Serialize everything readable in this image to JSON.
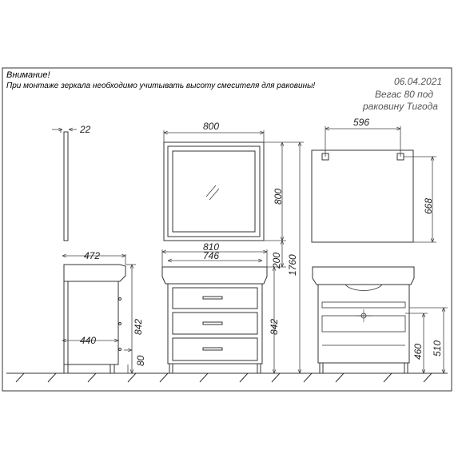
{
  "notice": {
    "title": "Внимание!",
    "text": "При монтаже зеркала необходимо учитывать высоту смесителя для раковины!"
  },
  "meta": {
    "date": "06.04.2021",
    "model_line1": "Вегас 80 под",
    "model_line2": "раковину Тигода"
  },
  "dimensions": {
    "side_mirror_depth": "22",
    "mirror_width": "800",
    "mirror_height": "800",
    "mount_spacing": "596",
    "mount_height": "668",
    "sink_depth": "472",
    "cabinet_depth": "440",
    "leg_height": "80",
    "side_height": "842",
    "sink_width": "810",
    "cabinet_width": "746",
    "front_height": "842",
    "gap_height": "200",
    "total_height": "1760",
    "back_inner_height": "460",
    "back_outer_height": "510"
  },
  "colors": {
    "line": "#333333",
    "dim": "#444444",
    "background": "#ffffff"
  }
}
